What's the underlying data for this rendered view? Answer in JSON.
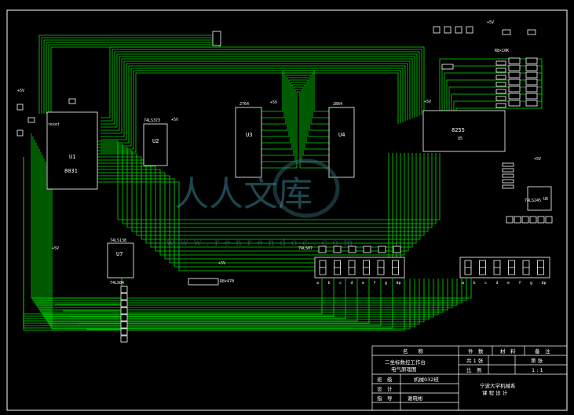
{
  "colors": {
    "background": "#000000",
    "wire": "#00e000",
    "component": "#ffffff",
    "frame": "#ffffff",
    "watermark": "#3a7f8f"
  },
  "chips": {
    "u1": {
      "ref": "U1",
      "part": "8031"
    },
    "u2": {
      "ref": "U2",
      "part": "74LS373"
    },
    "u3": {
      "ref": "U3",
      "part": "2764"
    },
    "u4": {
      "ref": "U4",
      "part": "2864"
    },
    "u5": {
      "ref": "U5",
      "part": "8255"
    },
    "u6": {
      "ref": "U6",
      "part": "74LS245"
    },
    "u7": {
      "ref": "U7",
      "part": "74LS138"
    }
  },
  "power": {
    "vcc": "+5V"
  },
  "misc_labels": {
    "reset": "reset",
    "res_array_top": "R8×10K",
    "res_array_bottom": "R8×470",
    "display_driver": "74LS07",
    "u7_sub": "74LS04",
    "display_segments": [
      "a",
      "b",
      "c",
      "d",
      "e",
      "f",
      "g",
      "dp"
    ]
  },
  "watermark": {
    "main": "人人文库",
    "url": "www.renrendoc.com"
  },
  "title_block": {
    "name_header": "名　　称",
    "name_value_line1": "二坐标数控工作台",
    "name_value_line2": "电气原理图",
    "count_header": "件　数",
    "material_header": "材　料",
    "remark_header": "备　注",
    "sheets": "共 1 张",
    "sheet_no": "第 张",
    "scale_label": "比　例",
    "scale_value": "1 : 1",
    "class_label": "班　级",
    "class_value": "机械032班",
    "design_label": "设　计",
    "guide_label": "指　导",
    "guide_value": "谢晓彬",
    "school_line1": "宁波大学机械系",
    "school_line2": "课 程 设 计"
  }
}
